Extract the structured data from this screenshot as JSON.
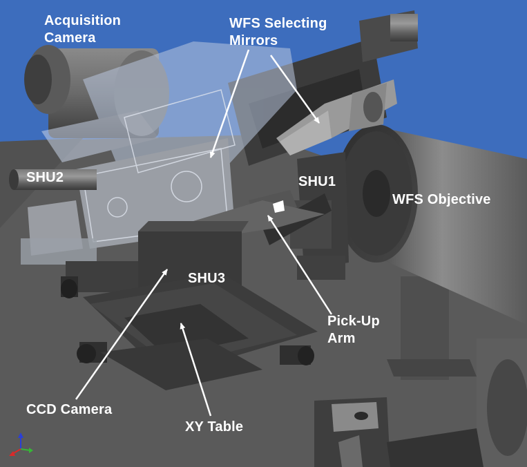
{
  "labels": {
    "acquisition_camera": [
      "Acquisition",
      "Camera"
    ],
    "wfs_selecting_mirrors": [
      "WFS Selecting",
      "Mirrors"
    ],
    "shu2": "SHU2",
    "shu1": "SHU1",
    "wfs_objective": "WFS Objective",
    "shu3": "SHU3",
    "pick_up_arm": [
      "Pick-Up",
      "Arm"
    ],
    "ccd_camera": "CCD Camera",
    "xy_table": "XY Table"
  },
  "colors": {
    "background_blue": "#3d6dbd",
    "floor_gray": "#5a5a5a",
    "label_text": "#ffffff",
    "pointer_line": "#ffffff"
  },
  "icons": {
    "axis_triad": "xyz-axis-triad-icon"
  }
}
